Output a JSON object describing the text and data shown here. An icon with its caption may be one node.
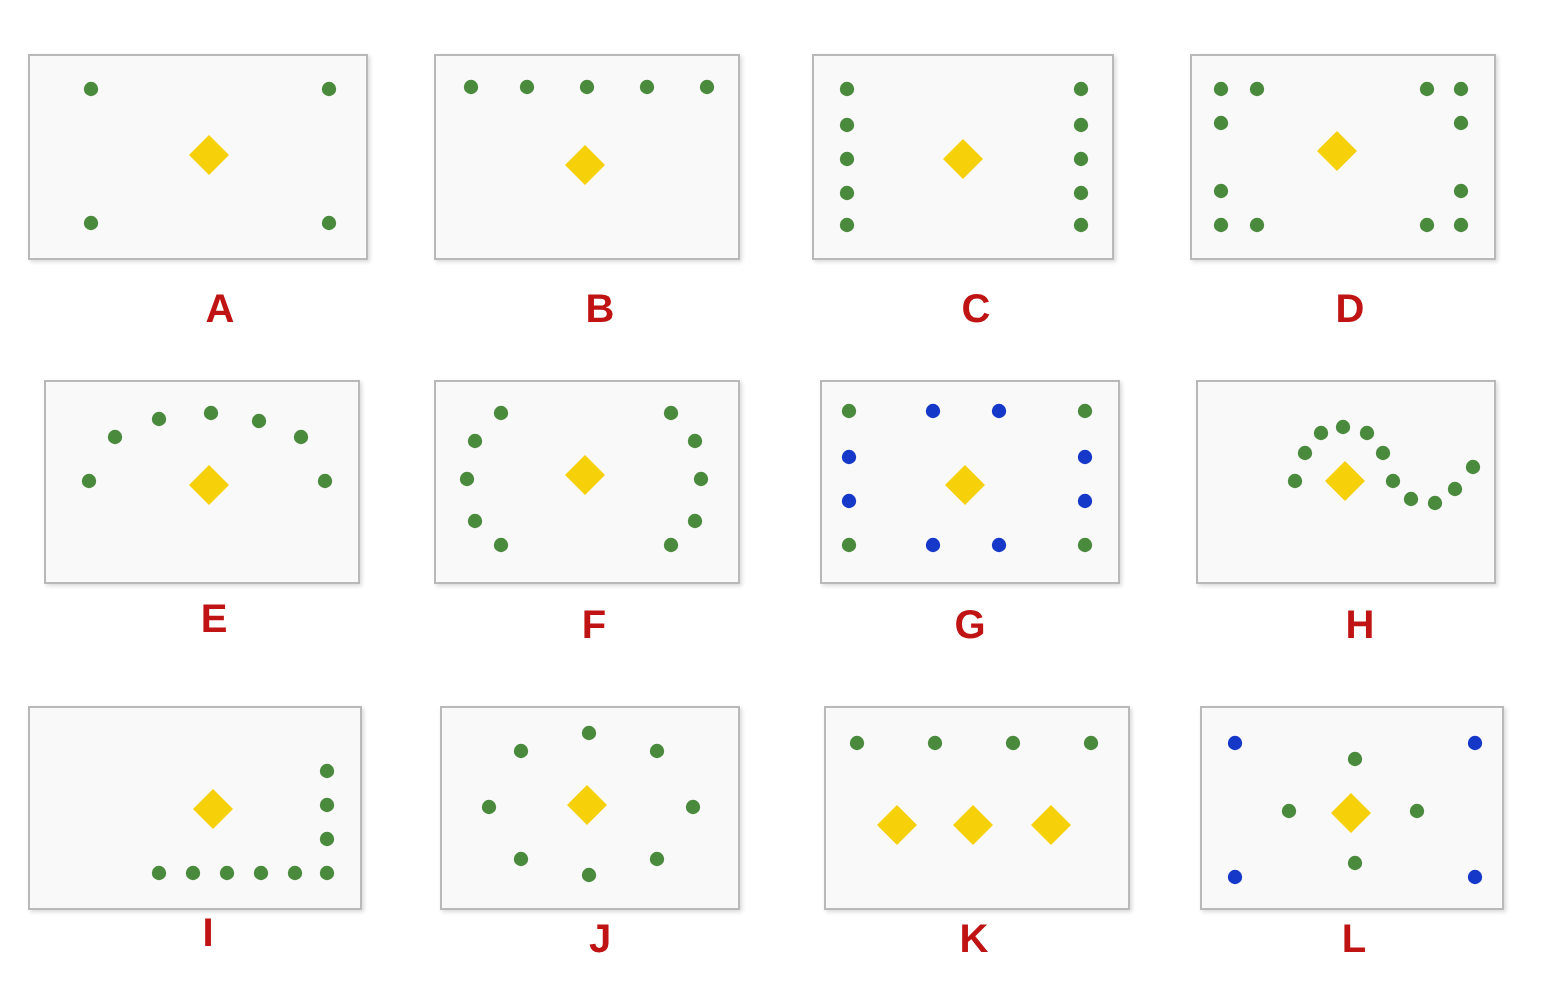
{
  "diagram": {
    "nodes": [
      {
        "text": [
          "A"
        ]
      },
      {
        "text": [
          "B"
        ]
      },
      {
        "text": [
          "C"
        ]
      },
      {
        "text": [
          "D"
        ]
      },
      {
        "text": [
          "E"
        ]
      },
      {
        "text": [
          "F"
        ]
      },
      {
        "text": [
          "G"
        ]
      },
      {
        "text": [
          "H"
        ]
      },
      {
        "text": [
          "I"
        ]
      },
      {
        "text": [
          "J"
        ]
      },
      {
        "text": [
          "K"
        ]
      },
      {
        "text": [
          "L"
        ]
      }
    ]
  }
}
